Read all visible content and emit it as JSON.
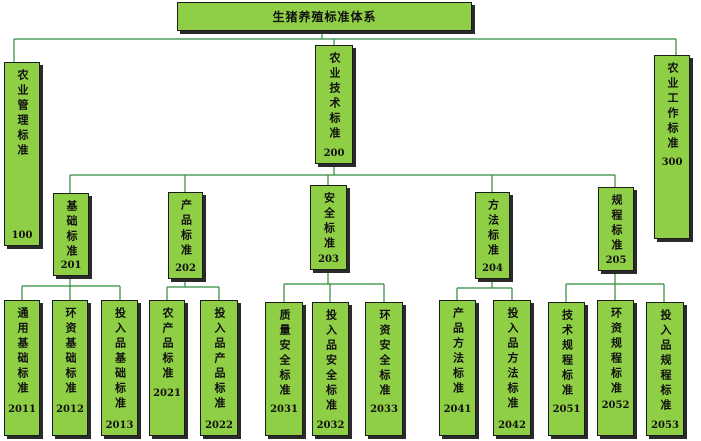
{
  "root": {
    "label": "生猪养殖标准体系"
  },
  "level1": [
    {
      "id": "n100",
      "label": "农业管理标准",
      "code": "100"
    },
    {
      "id": "n200",
      "label": "农业技术标准",
      "code": "200"
    },
    {
      "id": "n300",
      "label": "农业工作标准",
      "code": "300"
    }
  ],
  "level2": [
    {
      "id": "n201",
      "label": "基础标准",
      "code": "201"
    },
    {
      "id": "n202",
      "label": "产品标准",
      "code": "202"
    },
    {
      "id": "n203",
      "label": "安全标准",
      "code": "203"
    },
    {
      "id": "n204",
      "label": "方法标准",
      "code": "204"
    },
    {
      "id": "n205",
      "label": "规程标准",
      "code": "205"
    }
  ],
  "level3": [
    {
      "id": "n2011",
      "label": "通用基础标准",
      "code": "2011"
    },
    {
      "id": "n2012",
      "label": "环资基础标准",
      "code": "2012"
    },
    {
      "id": "n2013",
      "label": "投入品基础标准",
      "code": "2013"
    },
    {
      "id": "n2021",
      "label": "农产品标准",
      "code": "2021"
    },
    {
      "id": "n2022",
      "label": "投入品产品标准",
      "code": "2022"
    },
    {
      "id": "n2031",
      "label": "质量安全标准",
      "code": "2031"
    },
    {
      "id": "n2032",
      "label": "投入品安全标准",
      "code": "2032"
    },
    {
      "id": "n2033",
      "label": "环资安全标准",
      "code": "2033"
    },
    {
      "id": "n2041",
      "label": "产品方法标准",
      "code": "2041"
    },
    {
      "id": "n2042",
      "label": "投入品方法标准",
      "code": "2042"
    },
    {
      "id": "n2051",
      "label": "技术规程标准",
      "code": "2051"
    },
    {
      "id": "n2052",
      "label": "环资规程标准",
      "code": "2052"
    },
    {
      "id": "n2053",
      "label": "投入品规程标准",
      "code": "2053"
    }
  ],
  "colors": {
    "box": "#8fcf45",
    "line": "#2f8a3a",
    "border": "#1c1c1c"
  }
}
